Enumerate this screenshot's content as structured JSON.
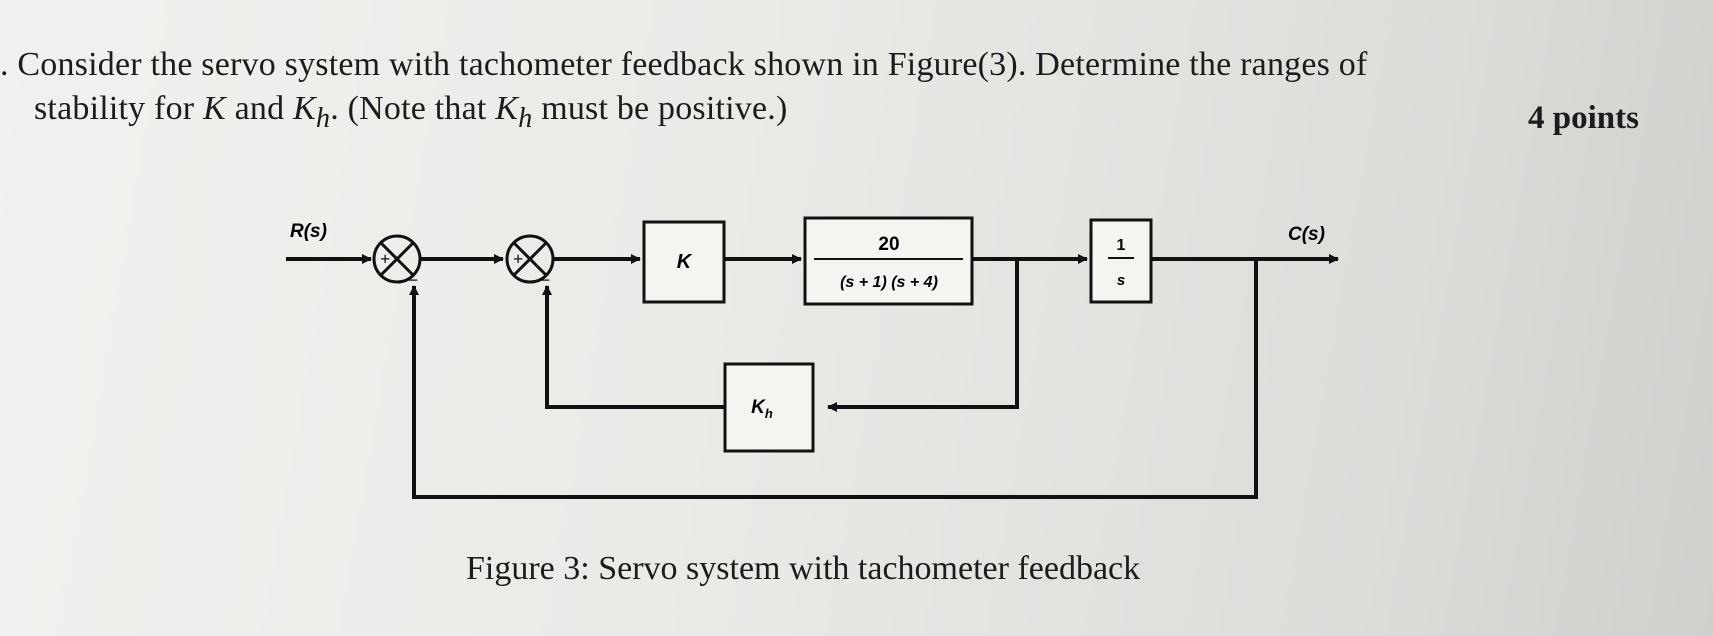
{
  "question": {
    "number_fragment": ".",
    "line1": "Consider the servo system with tachometer feedback shown in Figure(3). Determine the ranges of",
    "line2_start": "stability for ",
    "var_K": "K",
    "line2_and": " and ",
    "var_Kh_base": "K",
    "var_Kh_sub": "h",
    "line2_mid": ". (Note that ",
    "line2_end": " must be positive.)",
    "points": "4 points"
  },
  "diagram": {
    "input_label": "R(s)",
    "output_label": "C(s)",
    "gain_block": "K",
    "plant_numerator": "20",
    "plant_denominator": "(s + 1) (s + 4)",
    "integrator_numerator": "1",
    "integrator_denominator": "s",
    "feedback_block": "K",
    "feedback_block_sub": "h",
    "sum_plus": "+",
    "sum_minus": "−"
  },
  "caption": "Figure 3: Servo system with tachometer feedback"
}
